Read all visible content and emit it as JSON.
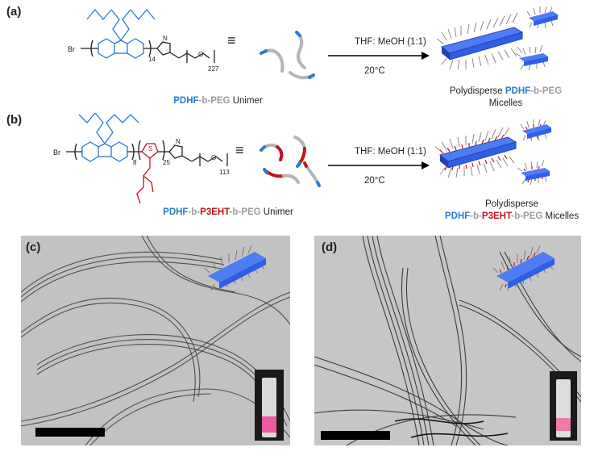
{
  "panels": {
    "a": {
      "label": "(a)",
      "sub_n": "14",
      "sub_m": "227",
      "unimer": {
        "p1": "PDHF",
        "b1": "-b-",
        "p2": "PEG",
        "rest": " Unimer"
      },
      "conditions": {
        "solvent": "THF: MeOH (1:1)",
        "temp": "20°C"
      },
      "product": {
        "line1a": "Polydisperse ",
        "p1": "PDHF",
        "b1": "-b-",
        "p2": "PEG",
        "line2": "Micelles"
      }
    },
    "b": {
      "label": "(b)",
      "sub_n": "8",
      "sub_x": "25",
      "sub_m": "113",
      "unimer": {
        "p1": "PDHF",
        "b1": "-b-",
        "p2": "P3EHT",
        "b2": "-b-",
        "p3": "PEG",
        "rest": " Unimer"
      },
      "conditions": {
        "solvent": "THF: MeOH (1:1)",
        "temp": "20°C"
      },
      "product": {
        "line1": "Polydisperse",
        "p1": "PDHF",
        "b1": "-b-",
        "p2": "P3EHT",
        "b2": "-b-",
        "p3": "PEG",
        "rest": " Micelles"
      }
    },
    "c": {
      "label": "(c)"
    },
    "d": {
      "label": "(d)"
    }
  },
  "common": {
    "br": "Br",
    "equiv": "≡"
  },
  "colors": {
    "pdhf": "#2a7bd4",
    "peg": "#9c9c9c",
    "p3eht": "#c0141c",
    "micelle_core": "#2f5fe6"
  }
}
